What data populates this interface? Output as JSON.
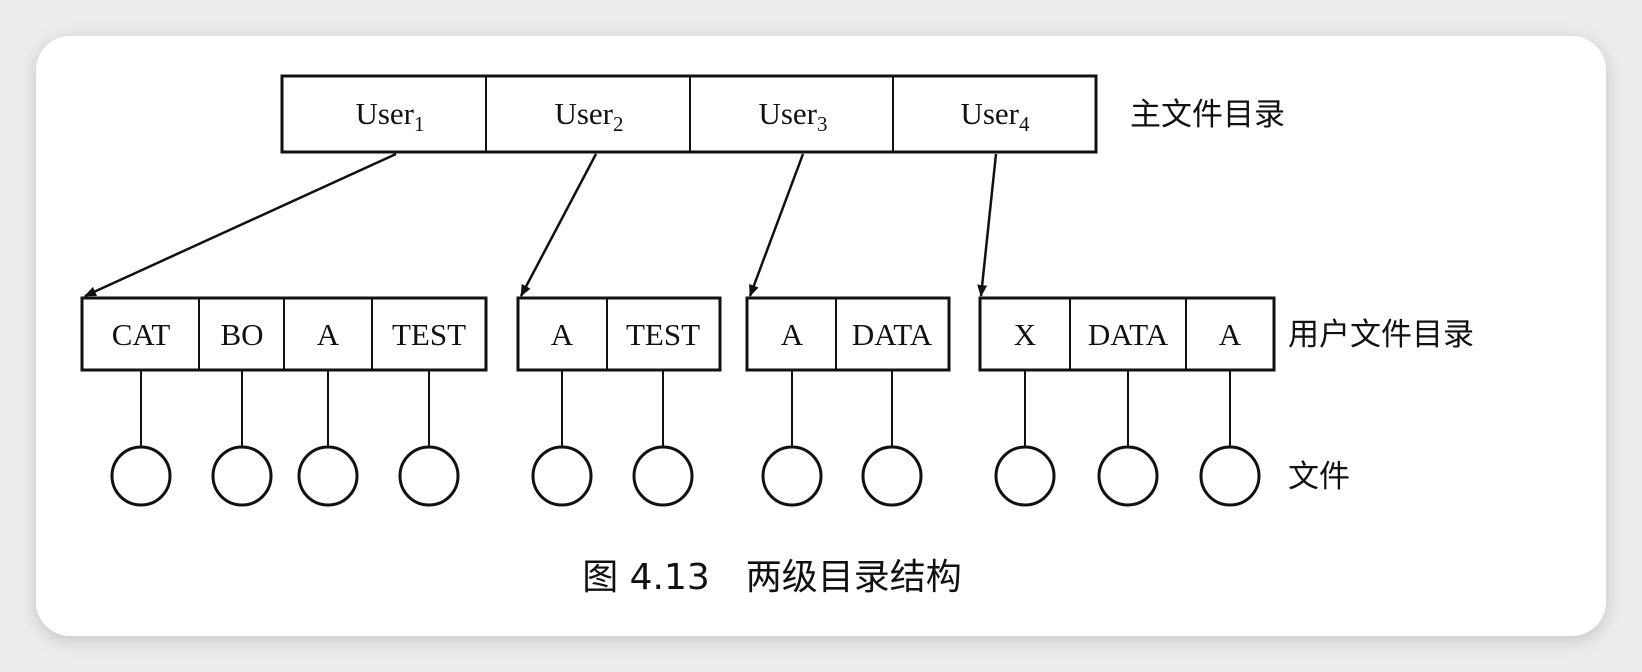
{
  "master_directory": {
    "label": "主文件目录",
    "entries": [
      {
        "name": "User",
        "sub": "1"
      },
      {
        "name": "User",
        "sub": "2"
      },
      {
        "name": "User",
        "sub": "3"
      },
      {
        "name": "User",
        "sub": "4"
      }
    ]
  },
  "user_directories": {
    "label": "用户文件目录",
    "groups": [
      [
        "CAT",
        "BO",
        "A",
        "TEST"
      ],
      [
        "A",
        "TEST"
      ],
      [
        "A",
        "DATA"
      ],
      [
        "X",
        "DATA",
        "A"
      ]
    ]
  },
  "files": {
    "label": "文件"
  },
  "caption": "图 4.13　两级目录结构",
  "colors": {
    "ink": "#111111",
    "card": "#ffffff",
    "backdrop": "#ededed"
  }
}
